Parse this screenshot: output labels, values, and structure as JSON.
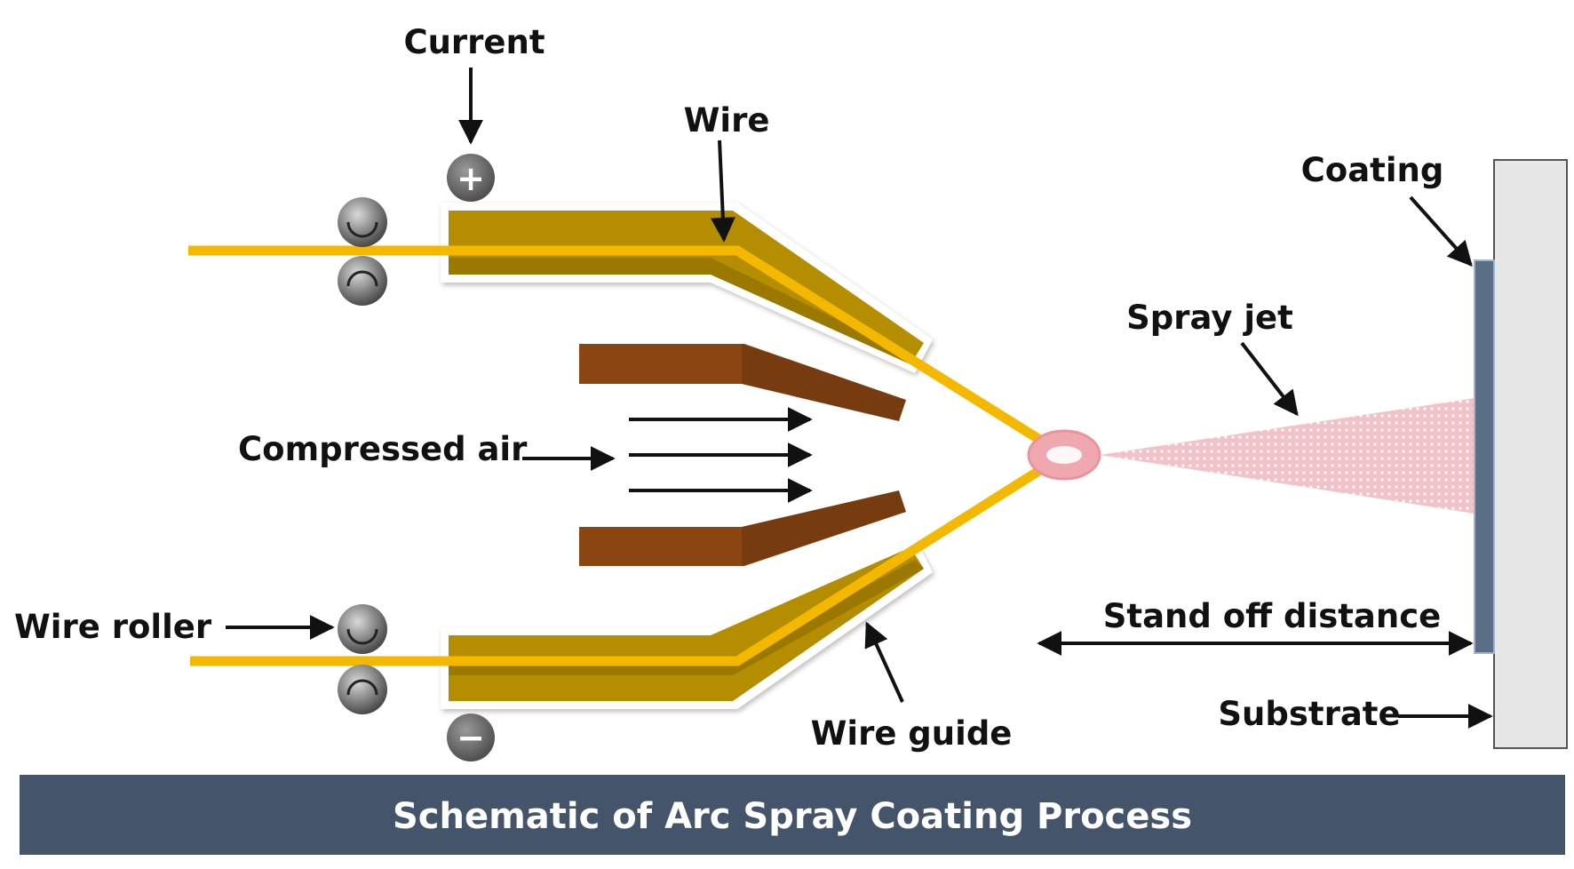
{
  "labels": {
    "current": "Current",
    "wire": "Wire",
    "coating": "Coating",
    "spray_jet": "Spray jet",
    "compressed_air": "Compressed air",
    "wire_roller": "Wire roller",
    "stand_off_distance": "Stand off distance",
    "substrate": "Substrate",
    "wire_guide": "Wire guide"
  },
  "terminals": {
    "positive": "+",
    "negative": "−"
  },
  "banner": {
    "title": "Schematic of Arc Spray Coating Process"
  },
  "colors": {
    "wire": "#f5b800",
    "wire_guide": "#b58e00",
    "wire_guide_shade": "#8a6a00",
    "air_nozzle": "#8a4513",
    "air_nozzle_shade": "#5e2e0b",
    "spray_jet": "#f2b8bf",
    "arc_ring": "#f0a8b0",
    "substrate": "#e6e6e6",
    "coating": "#5a6f86",
    "banner": "#44546a",
    "roller": "#7a7a7a"
  },
  "icons": {
    "roller": "rotating-roller-icon",
    "terminal_positive": "plus-terminal-icon",
    "terminal_negative": "minus-terminal-icon"
  }
}
